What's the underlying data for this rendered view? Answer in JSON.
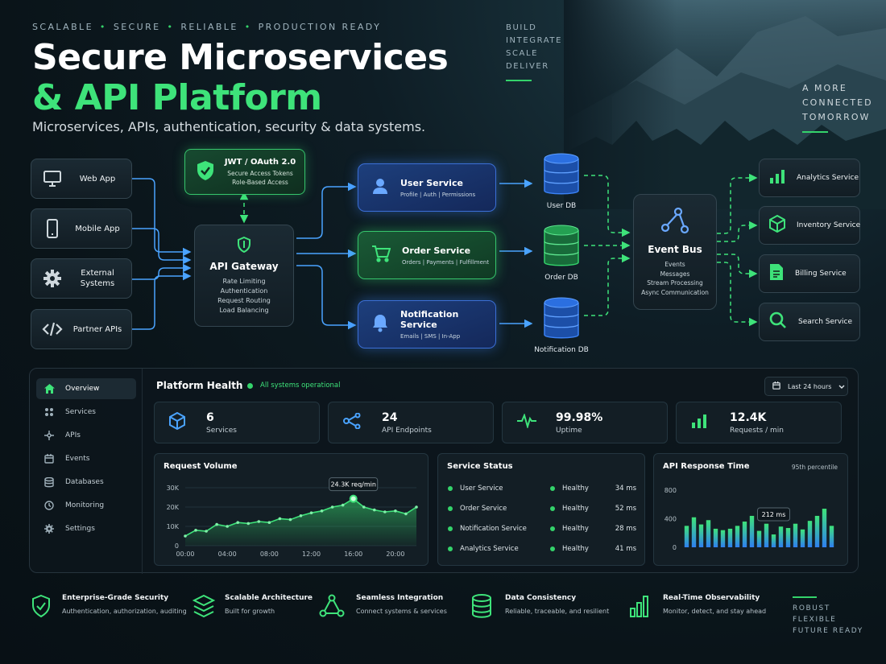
{
  "header": {
    "tagline": [
      "SCALABLE",
      "SECURE",
      "RELIABLE",
      "PRODUCTION READY"
    ],
    "title_line1": "Secure Microservices",
    "title_line2": "& API Platform",
    "subtitle": "Microservices, APIs, authentication, security & data systems.",
    "words": [
      "BUILD",
      "INTEGRATE",
      "SCALE",
      "DELIVER"
    ],
    "tomorrow": [
      "A MORE",
      "CONNECTED",
      "TOMORROW"
    ]
  },
  "diagram": {
    "clients": [
      {
        "label": "Web App",
        "icon": "monitor-icon"
      },
      {
        "label": "Mobile App",
        "icon": "mobile-icon"
      },
      {
        "label": "External Systems",
        "icon": "gear-icon"
      },
      {
        "label": "Partner APIs",
        "icon": "code-icon"
      }
    ],
    "auth": {
      "title": "JWT / OAuth 2.0",
      "lines": [
        "Secure Access Tokens",
        "Role-Based Access"
      ],
      "icon": "shield-check-icon"
    },
    "gateway": {
      "title": "API Gateway",
      "lines": [
        "Rate Limiting",
        "Authentication",
        "Request Routing",
        "Load Balancing"
      ],
      "icon": "shield-icon"
    },
    "services": [
      {
        "name": "User Service",
        "sub": "Profile  |  Auth  |  Permissions",
        "icon": "user-icon",
        "db": "User DB"
      },
      {
        "name": "Order Service",
        "sub": "Orders  |  Payments  |  Fulfillment",
        "icon": "cart-icon",
        "db": "Order DB"
      },
      {
        "name": "Notification Service",
        "sub": "Emails  |  SMS  |  In-App",
        "icon": "bell-icon",
        "db": "Notification DB"
      }
    ],
    "event_bus": {
      "title": "Event Bus",
      "lines": [
        "Events",
        "Messages",
        "Stream Processing",
        "Async Communication"
      ],
      "icon": "share-icon"
    },
    "downstream": [
      {
        "label": "Analytics Service",
        "icon": "bar-chart-icon"
      },
      {
        "label": "Inventory Service",
        "icon": "cube-icon"
      },
      {
        "label": "Billing Service",
        "icon": "document-icon"
      },
      {
        "label": "Search Service",
        "icon": "search-icon"
      }
    ]
  },
  "dashboard": {
    "nav": [
      "Overview",
      "Services",
      "APIs",
      "Events",
      "Databases",
      "Monitoring",
      "Settings"
    ],
    "title": "Platform Health",
    "status": "All systems operational",
    "range": "Last 24 hours",
    "stats": [
      {
        "value": "6",
        "label": "Services",
        "icon": "cube-icon"
      },
      {
        "value": "24",
        "label": "API Endpoints",
        "icon": "share-icon"
      },
      {
        "value": "99.98%",
        "label": "Uptime",
        "icon": "pulse-icon"
      },
      {
        "value": "12.4K",
        "label": "Requests / min",
        "icon": "bar-chart-icon"
      }
    ],
    "service_status": {
      "title": "Service Status",
      "rows": [
        {
          "name": "User Service",
          "state": "Healthy",
          "latency": "34 ms"
        },
        {
          "name": "Order Service",
          "state": "Healthy",
          "latency": "52 ms"
        },
        {
          "name": "Notification Service",
          "state": "Healthy",
          "latency": "28 ms"
        },
        {
          "name": "Analytics Service",
          "state": "Healthy",
          "latency": "41 ms"
        }
      ]
    },
    "colors": {
      "green": "#34d36b",
      "blue": "#3b82f6"
    }
  },
  "chart_data": [
    {
      "type": "area",
      "title": "Request Volume",
      "x": [
        "00:00",
        "01:00",
        "02:00",
        "03:00",
        "04:00",
        "05:00",
        "06:00",
        "07:00",
        "08:00",
        "09:00",
        "10:00",
        "11:00",
        "12:00",
        "13:00",
        "14:00",
        "15:00",
        "16:00",
        "17:00",
        "18:00",
        "19:00",
        "20:00",
        "21:00",
        "22:00"
      ],
      "values": [
        5000,
        8000,
        7500,
        11000,
        10000,
        12000,
        11500,
        12500,
        12000,
        14000,
        13500,
        15500,
        17000,
        18000,
        20000,
        21000,
        24300,
        20000,
        18500,
        17500,
        18000,
        16500,
        20000
      ],
      "xticks": [
        "00:00",
        "04:00",
        "08:00",
        "12:00",
        "16:00",
        "20:00"
      ],
      "yticks": [
        "0",
        "10K",
        "20K",
        "30K"
      ],
      "ylim": [
        0,
        30000
      ],
      "annotation": "24.3K req/min"
    },
    {
      "type": "bar",
      "title": "API Response Time",
      "subtitle": "95th percentile",
      "values": [
        300,
        420,
        320,
        380,
        260,
        240,
        260,
        300,
        360,
        440,
        230,
        330,
        180,
        290,
        270,
        330,
        250,
        370,
        440,
        540,
        300
      ],
      "yticks": [
        "0",
        "400",
        "800"
      ],
      "ylim": [
        0,
        800
      ],
      "annotation": "212 ms"
    }
  ],
  "footer": [
    {
      "title": "Enterprise-Grade Security",
      "sub": "Authentication, authorization, auditing",
      "icon": "shield-check-icon"
    },
    {
      "title": "Scalable Architecture",
      "sub": "Built for growth",
      "icon": "layers-icon"
    },
    {
      "title": "Seamless Integration",
      "sub": "Connect systems & services",
      "icon": "network-icon"
    },
    {
      "title": "Data Consistency",
      "sub": "Reliable, traceable, and resilient",
      "icon": "database-icon"
    },
    {
      "title": "Real-Time Observability",
      "sub": "Monitor, detect, and stay ahead",
      "icon": "bar-chart-icon"
    }
  ],
  "footer_words": [
    "ROBUST",
    "FLEXIBLE",
    "FUTURE READY"
  ]
}
